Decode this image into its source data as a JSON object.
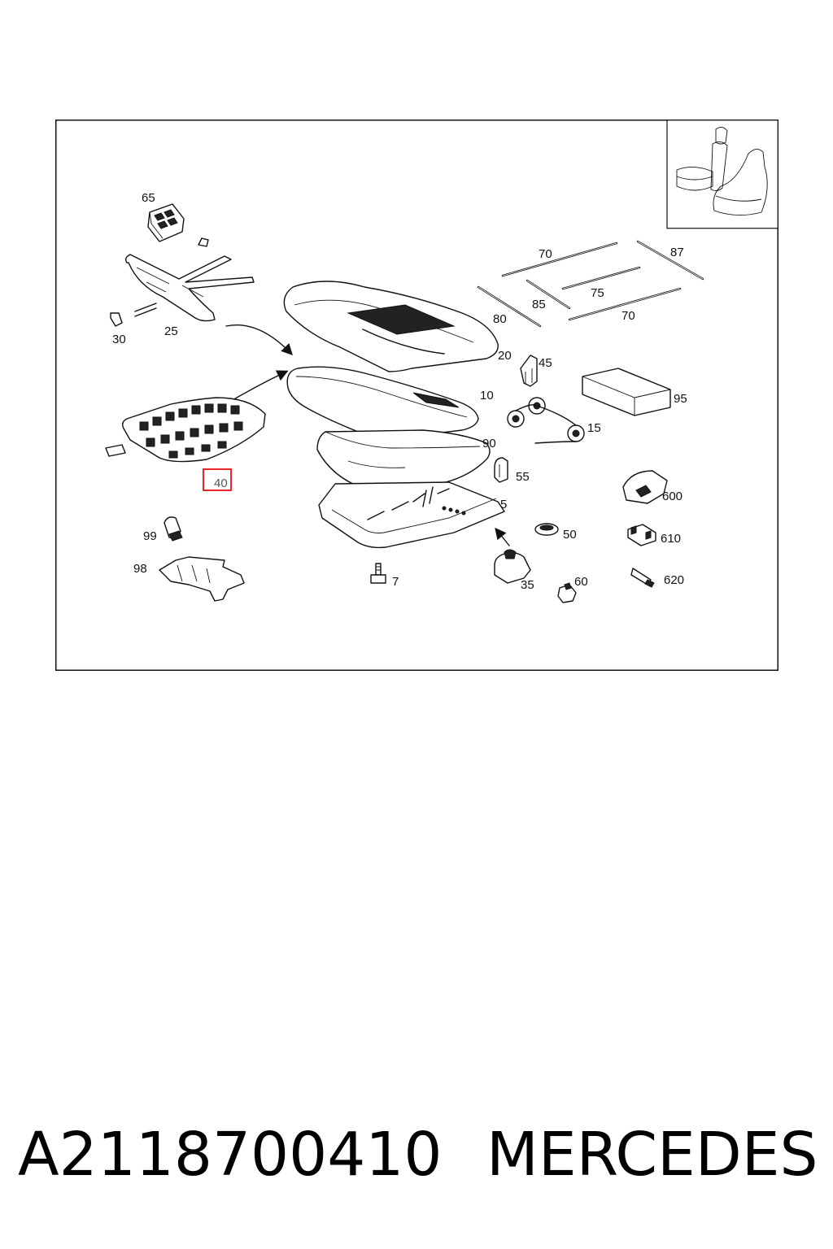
{
  "diagram": {
    "callouts": [
      {
        "id": "65",
        "label": "65"
      },
      {
        "id": "30",
        "label": "30"
      },
      {
        "id": "25",
        "label": "25"
      },
      {
        "id": "40",
        "label": "40",
        "highlighted": true
      },
      {
        "id": "99",
        "label": "99"
      },
      {
        "id": "98",
        "label": "98"
      },
      {
        "id": "20",
        "label": "20"
      },
      {
        "id": "10",
        "label": "10"
      },
      {
        "id": "90",
        "label": "90"
      },
      {
        "id": "5",
        "label": "5"
      },
      {
        "id": "7",
        "label": "7"
      },
      {
        "id": "35",
        "label": "35"
      },
      {
        "id": "70a",
        "label": "70"
      },
      {
        "id": "87",
        "label": "87"
      },
      {
        "id": "75",
        "label": "75"
      },
      {
        "id": "85",
        "label": "85"
      },
      {
        "id": "80",
        "label": "80"
      },
      {
        "id": "70b",
        "label": "70"
      },
      {
        "id": "45",
        "label": "45"
      },
      {
        "id": "95",
        "label": "95"
      },
      {
        "id": "15",
        "label": "15"
      },
      {
        "id": "55",
        "label": "55"
      },
      {
        "id": "50",
        "label": "50"
      },
      {
        "id": "60",
        "label": "60"
      },
      {
        "id": "600",
        "label": "600"
      },
      {
        "id": "610",
        "label": "610"
      },
      {
        "id": "620",
        "label": "620"
      }
    ],
    "highlight_color": "#e8262c"
  },
  "footer": {
    "part_number": "A2118700410",
    "brand": "MERCEDES"
  }
}
